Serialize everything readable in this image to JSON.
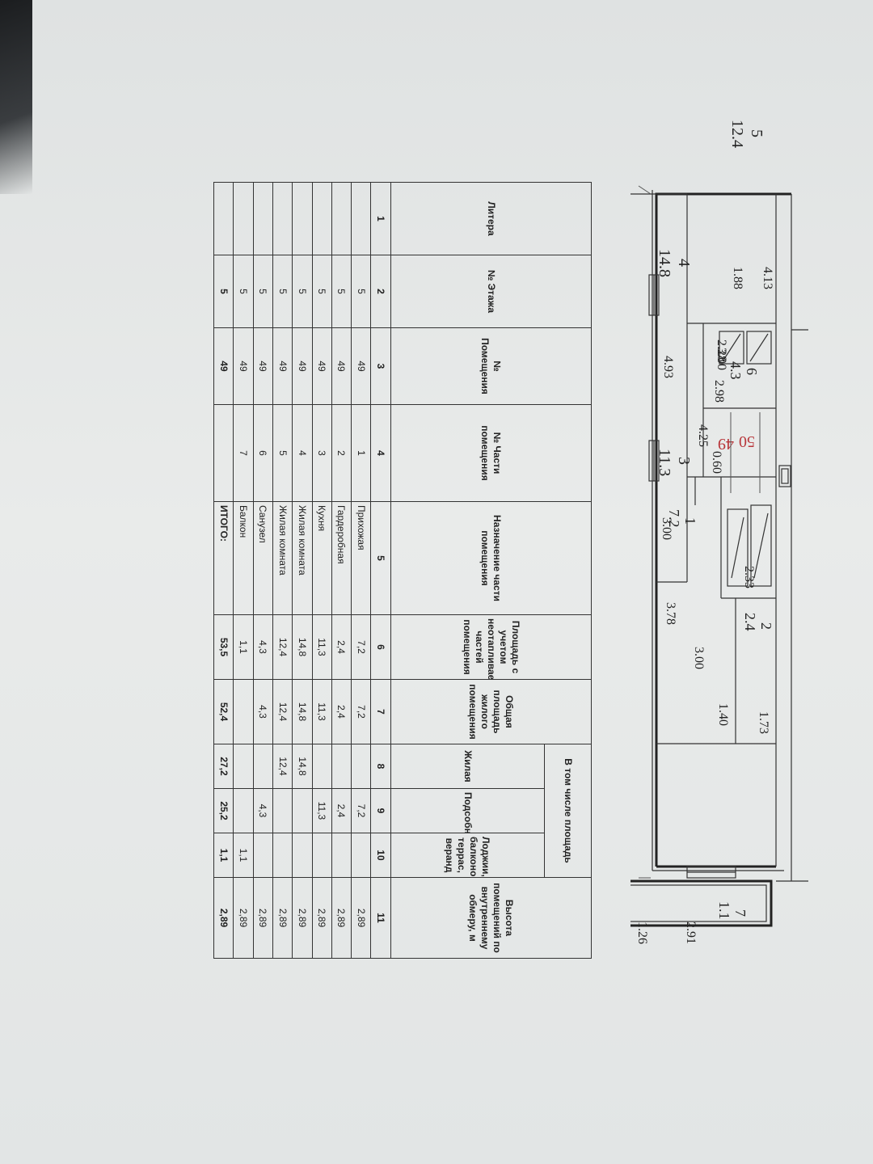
{
  "plan": {
    "apartment_marks": {
      "upper": "50",
      "lower": "49"
    },
    "rooms": [
      {
        "id": "room-1",
        "number": "1",
        "area": "7.2"
      },
      {
        "id": "room-2",
        "number": "2",
        "area": "2.4"
      },
      {
        "id": "room-3",
        "number": "3",
        "area": "11.3"
      },
      {
        "id": "room-4",
        "number": "4",
        "area": "14.8"
      },
      {
        "id": "room-5",
        "number": "5",
        "area": "12.4"
      },
      {
        "id": "room-6",
        "number": "6",
        "area": "4.3"
      },
      {
        "id": "room-7",
        "number": "7",
        "area": "1.1"
      }
    ],
    "dimensions": [
      "1.73",
      "1.40",
      "3.00",
      "3.78",
      "3.00",
      "4.93",
      "3.00",
      "4.13",
      "1.88",
      "2.28",
      "2.98",
      "4.25",
      "0.60",
      "2.33",
      "2.91",
      "1.26"
    ]
  },
  "table": {
    "headers": {
      "c1": "Литера",
      "c2": "№ Этажа",
      "c3": "№ Помещения",
      "c4": "№ Части помещения",
      "c5": "Назначение части помещения",
      "c6": "Площадь с учетом неотапливаемых частей помещения",
      "c7": "Общая площадь жилого помещения",
      "group": "В том числе площадь",
      "c8": "Жилая",
      "c9": "Подсобная",
      "c10": "Лоджии, балконов, террас, веранд",
      "c11": "Высота помещений по внутреннему обмеру, м"
    },
    "column_numbers": [
      "1",
      "2",
      "3",
      "4",
      "5",
      "6",
      "7",
      "8",
      "9",
      "10",
      "11"
    ],
    "rows": [
      {
        "c1": "",
        "c2": "5",
        "c3": "49",
        "c4": "1",
        "c5": "Прихожая",
        "c6": "7,2",
        "c7": "7,2",
        "c8": "",
        "c9": "7,2",
        "c10": "",
        "c11": "2,89"
      },
      {
        "c1": "",
        "c2": "5",
        "c3": "49",
        "c4": "2",
        "c5": "Гардеробная",
        "c6": "2,4",
        "c7": "2,4",
        "c8": "",
        "c9": "2,4",
        "c10": "",
        "c11": "2,89"
      },
      {
        "c1": "",
        "c2": "5",
        "c3": "49",
        "c4": "3",
        "c5": "Кухня",
        "c6": "11,3",
        "c7": "11,3",
        "c8": "",
        "c9": "11,3",
        "c10": "",
        "c11": "2,89"
      },
      {
        "c1": "",
        "c2": "5",
        "c3": "49",
        "c4": "4",
        "c5": "Жилая комната",
        "c6": "14,8",
        "c7": "14,8",
        "c8": "14,8",
        "c9": "",
        "c10": "",
        "c11": "2,89"
      },
      {
        "c1": "",
        "c2": "5",
        "c3": "49",
        "c4": "5",
        "c5": "Жилая комната",
        "c6": "12,4",
        "c7": "12,4",
        "c8": "12,4",
        "c9": "",
        "c10": "",
        "c11": "2,89"
      },
      {
        "c1": "",
        "c2": "5",
        "c3": "49",
        "c4": "6",
        "c5": "Санузел",
        "c6": "4,3",
        "c7": "4,3",
        "c8": "",
        "c9": "4,3",
        "c10": "",
        "c11": "2,89"
      },
      {
        "c1": "",
        "c2": "5",
        "c3": "49",
        "c4": "7",
        "c5": "Балкон",
        "c6": "1,1",
        "c7": "",
        "c8": "",
        "c9": "",
        "c10": "1,1",
        "c11": "2,89"
      }
    ],
    "total": {
      "c1": "",
      "c2": "5",
      "c3": "49",
      "c4": "",
      "c5": "ИТОГО:",
      "c6": "53,5",
      "c7": "52,4",
      "c8": "27,2",
      "c9": "25,2",
      "c10": "1,1",
      "c11": "2,89"
    }
  }
}
